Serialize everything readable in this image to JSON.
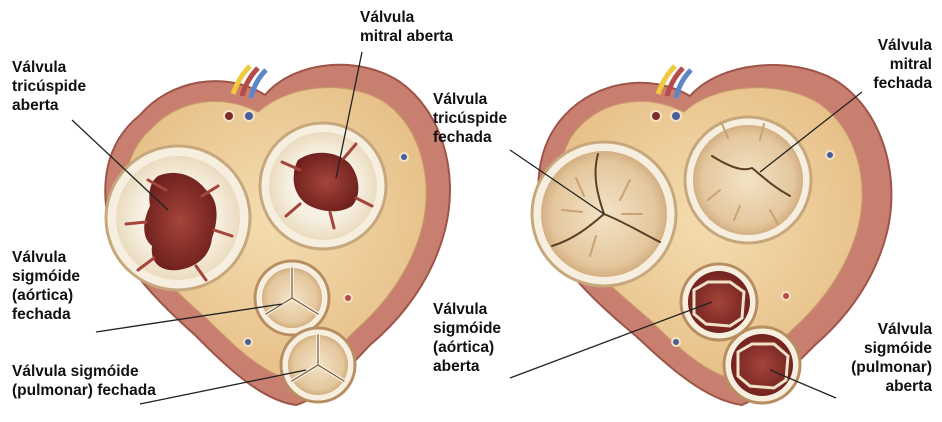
{
  "labels": {
    "mitral_open": "Válvula\nmitral aberta",
    "tricuspid_open": "Válvula\ntricúspide\naberta",
    "aortic_closed": "Válvula\nsigmóide\n(aórtica)\nfechada",
    "pulmonary_closed": "Válvula sigmóide\n(pulmonar) fechada",
    "tricuspid_closed": "Válvula\ntricúspide\nfechada",
    "mitral_closed": "Válvula\nmitral\nfechada",
    "aortic_open": "Válvula\nsigmóide\n(aórtica)\naberta",
    "pulmonary_open": "Válvula\nsigmóide\n(pulmonar)\naberta"
  },
  "colors": {
    "muscle": "#c97f70",
    "muscle_dark": "#a85a4d",
    "fat": "#ecc993",
    "fat_light": "#f3dcae",
    "annulus": "#f6efe0",
    "leaflet": "#ead2ae",
    "cavity": "#8c2e28",
    "line": "#222222"
  }
}
